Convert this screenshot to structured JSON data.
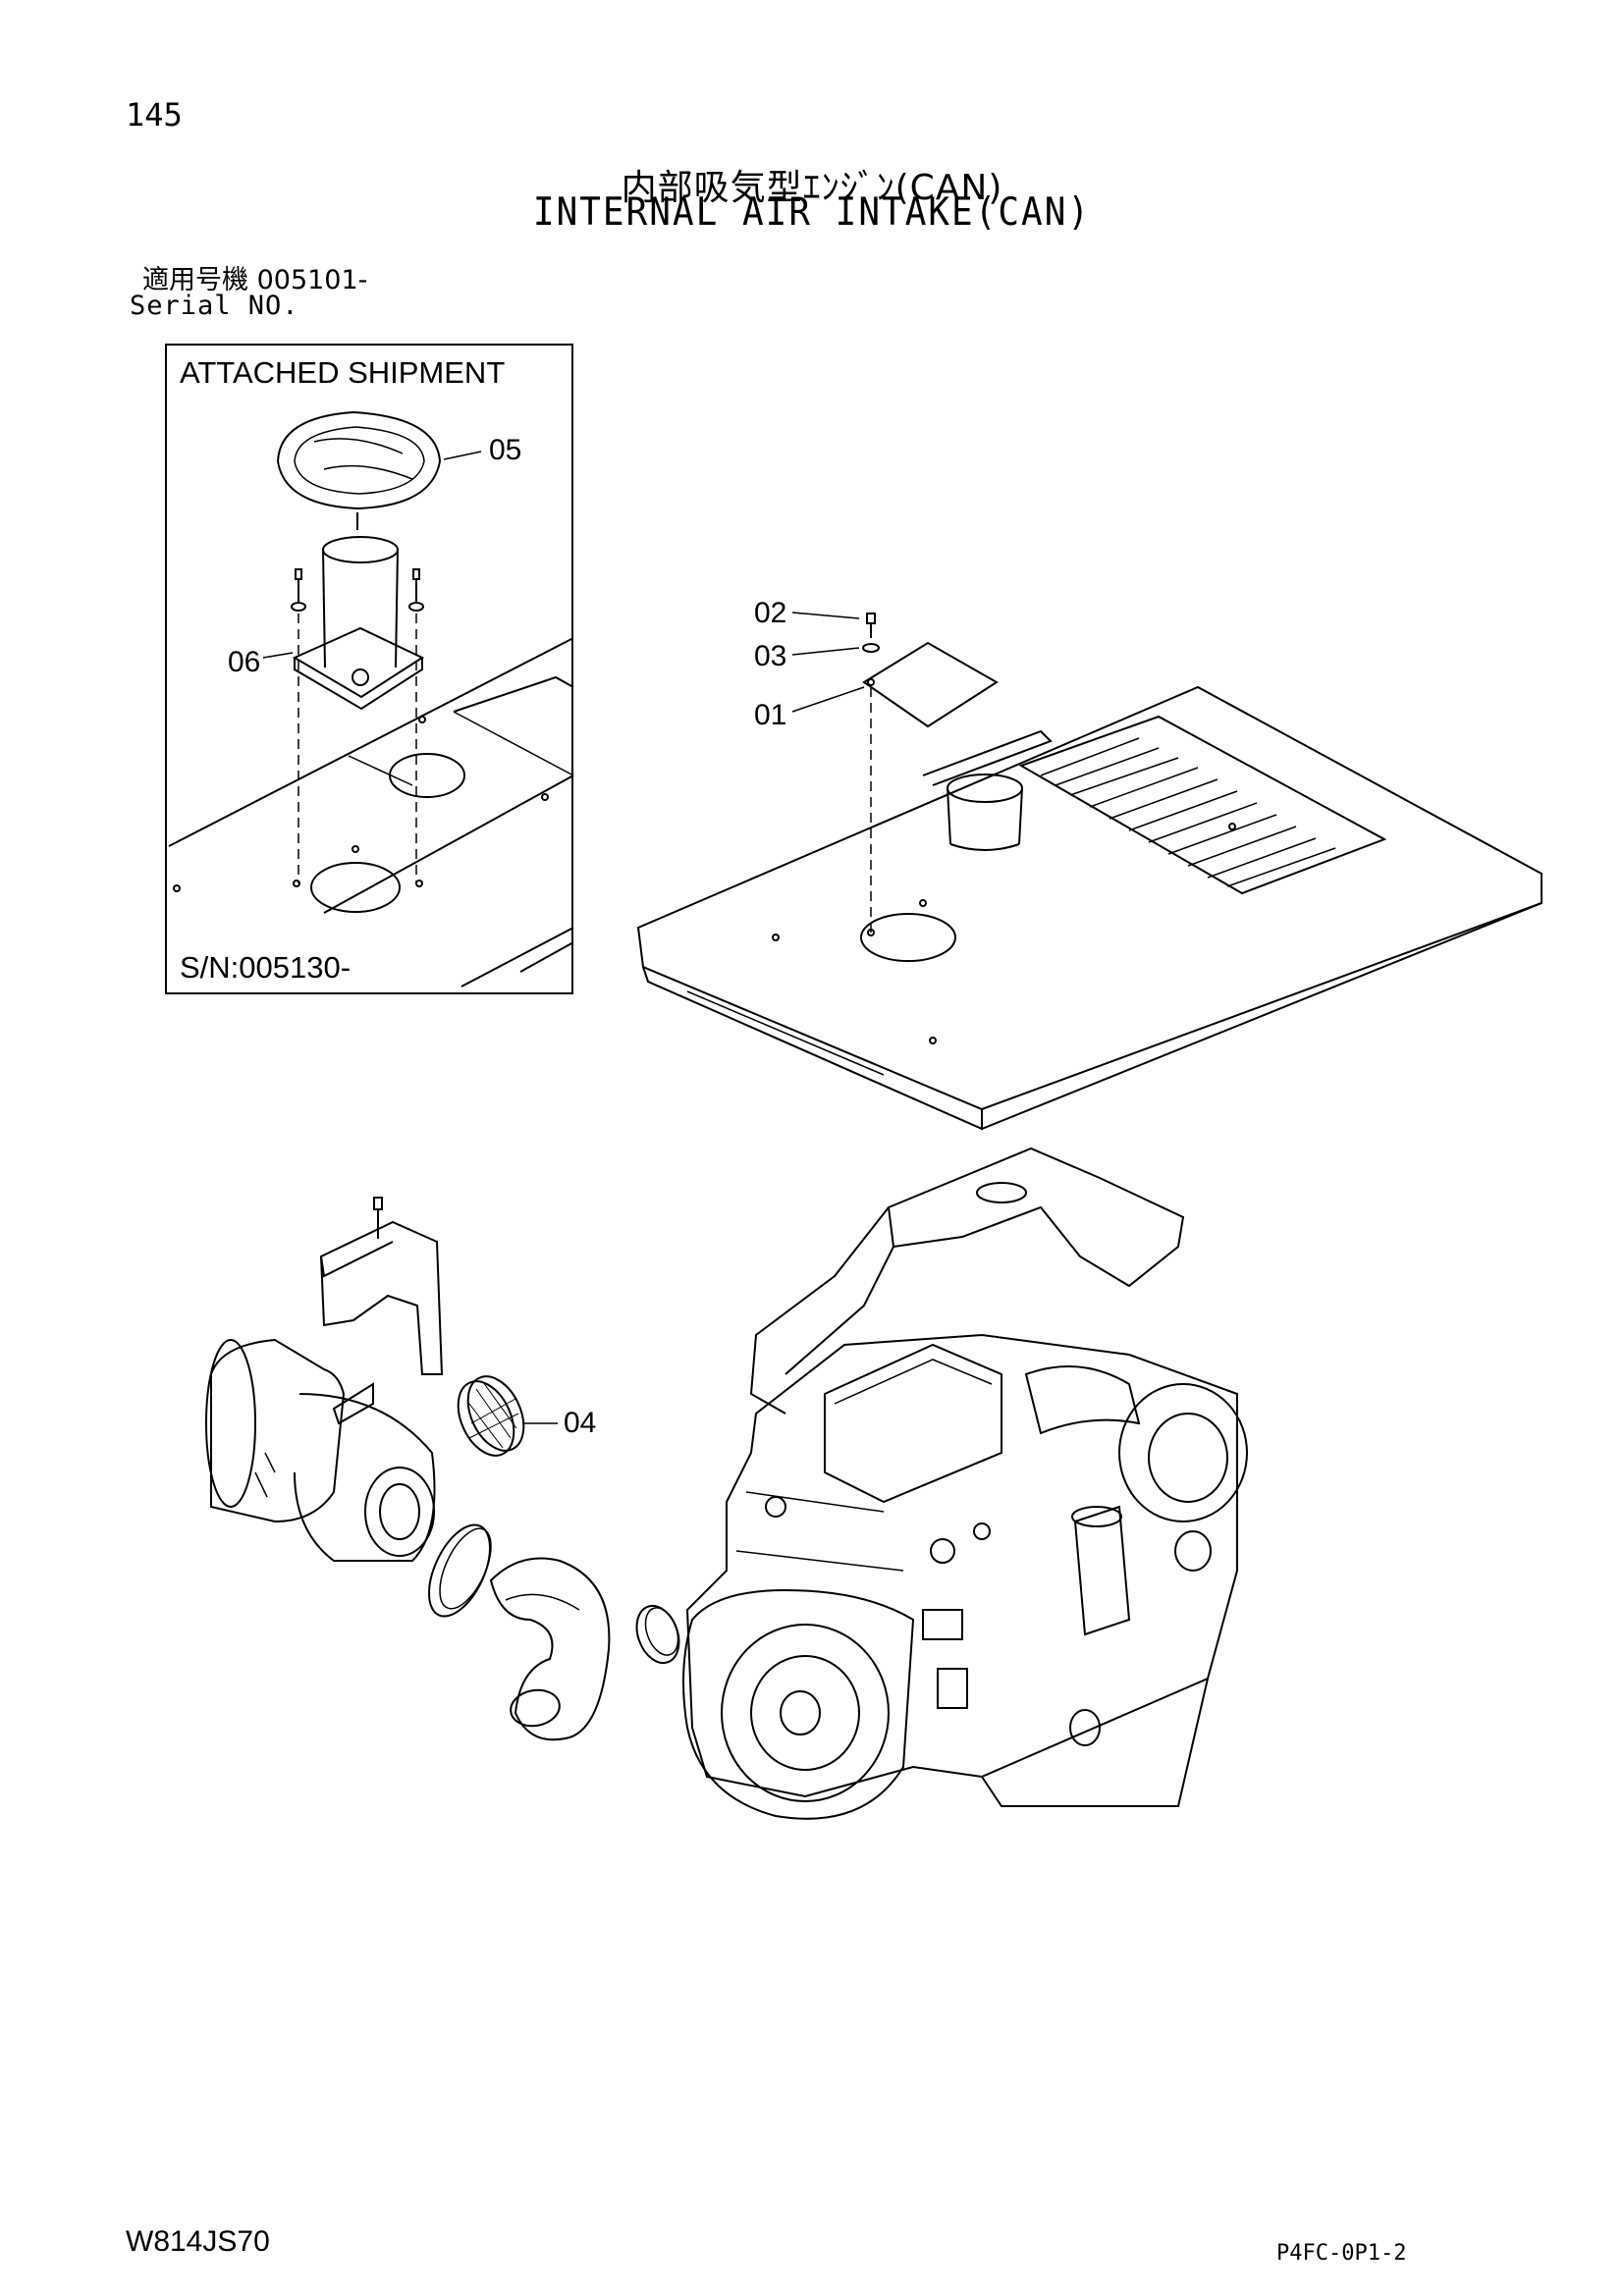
{
  "page": {
    "number": "145",
    "title_jp": "内部吸気型ｴﾝｼﾞﾝ(CAN)",
    "title_en": "INTERNAL AIR INTAKE(CAN)"
  },
  "serial": {
    "label_jp": "適用号機 005101-",
    "label_en": "Serial NO."
  },
  "inset": {
    "title": "ATTACHED SHIPMENT",
    "serial": "S/N:005130-"
  },
  "callouts": {
    "c05": "05",
    "c06": "06",
    "c02": "02",
    "c03": "03",
    "c01": "01",
    "c04": "04"
  },
  "footer": {
    "model": "W814JS70",
    "code": "P4FC-0P1-2"
  }
}
